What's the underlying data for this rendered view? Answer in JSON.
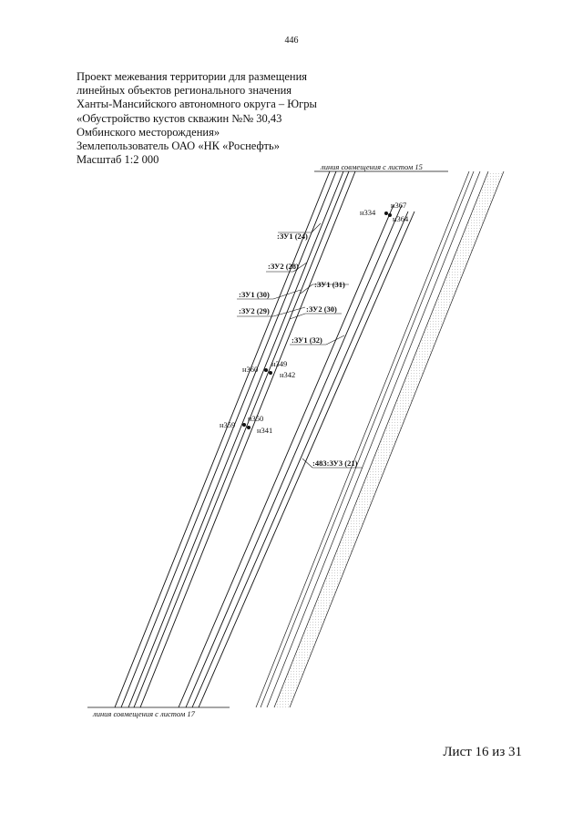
{
  "page_number": "446",
  "header": {
    "lines": [
      "Проект межевания территории для размещения",
      "линейных объектов регионального значения",
      "Ханты-Мансийского автономного округа – Югры",
      "«Обустройство кустов скважин №№ 30,43",
      "Омбинского месторождения»",
      "Землепользователь ОАО «НК «Роснефть»",
      "Масштаб 1:2 000"
    ]
  },
  "map": {
    "match_line_top": "линия совмещения с листом 15",
    "match_line_bottom": "линия совмещения с листом 17",
    "parcels": [
      ":ЗУ1 (24)",
      ":ЗУ2 (28)",
      ":ЗУ1 (31)",
      ":ЗУ1 (30)",
      ":ЗУ2 (29)",
      ":ЗУ2 (30)",
      ":ЗУ1 (32)",
      ":483:ЗУ3 (21)"
    ],
    "points": [
      "н367",
      "н334",
      "н364",
      "н349",
      "н360",
      "н342",
      "н350",
      "н359",
      "н341"
    ]
  },
  "footer": {
    "sheet": "Лист 16 из 31"
  }
}
